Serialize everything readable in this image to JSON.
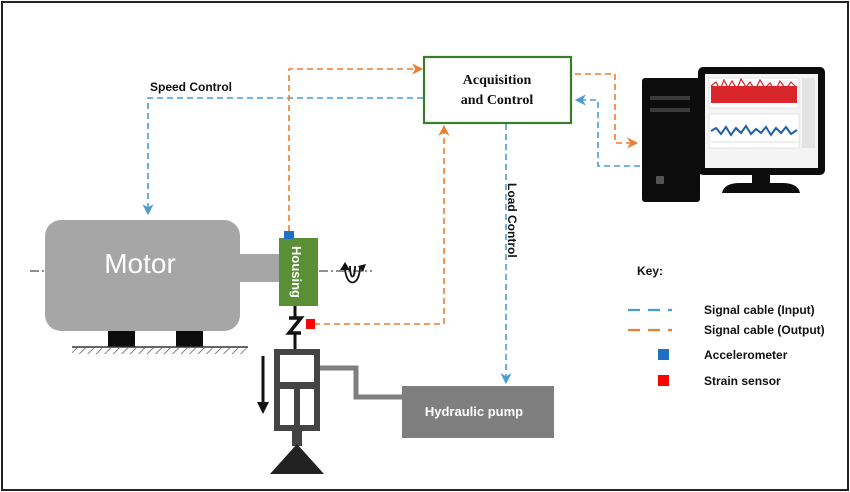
{
  "colors": {
    "input_cable": "#4a9bd6",
    "output_cable": "#ed7d31",
    "accelerometer": "#1f6fc5",
    "strain_sensor": "#ff0000",
    "control_box_border": "#3a7d2c",
    "housing": "#5a8f35",
    "motor": "#a6a6a6",
    "pump": "#7f7f7f"
  },
  "labels": {
    "acquisition_line1": "Acquisition",
    "acquisition_line2": "and Control",
    "speed_control": "Speed Control",
    "load_control": "Load Control",
    "motor": "Motor",
    "housing": "Housing",
    "hydraulic_pump": "Hydraulic pump"
  },
  "key": {
    "title": "Key:",
    "items": [
      {
        "label": "Signal cable (Input)",
        "icon": "dashed-line-blue"
      },
      {
        "label": "Signal cable (Output)",
        "icon": "dashed-line-orange"
      },
      {
        "label": "Accelerometer",
        "icon": "blue-square"
      },
      {
        "label": "Strain sensor",
        "icon": "red-square"
      }
    ]
  },
  "icons": {
    "computer": "desktop-computer-icon",
    "rotation": "rotation-arrow-icon",
    "load_direction": "down-arrow-icon",
    "ground": "ground-hatch-icon"
  }
}
